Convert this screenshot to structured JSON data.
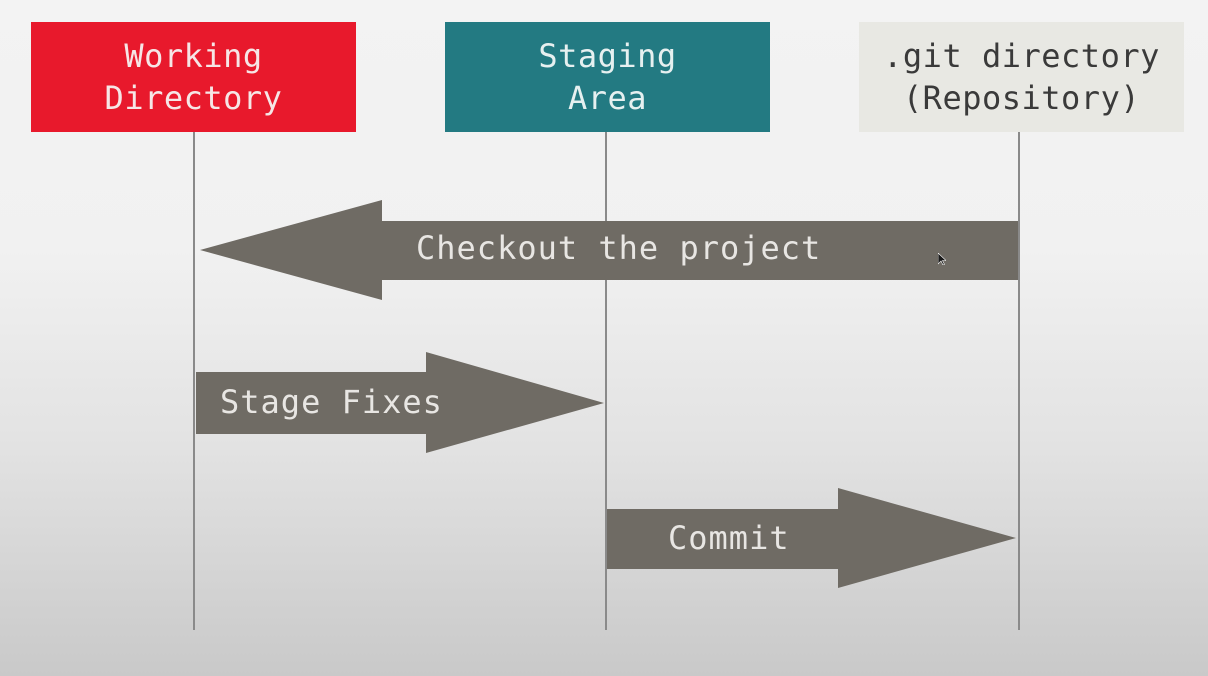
{
  "nodes": {
    "working": {
      "label": "Working\nDirectory",
      "color": "#e8192c"
    },
    "staging": {
      "label": "Staging\nArea",
      "color": "#237a82"
    },
    "repo": {
      "label": ".git directory\n(Repository)",
      "color": "#e8e8e3"
    }
  },
  "arrows": {
    "checkout": {
      "label": "Checkout the project",
      "from": "repo",
      "to": "working"
    },
    "stage": {
      "label": "Stage Fixes",
      "from": "working",
      "to": "staging"
    },
    "commit": {
      "label": "Commit",
      "from": "staging",
      "to": "repo"
    }
  },
  "arrow_color": "#6f6b64"
}
